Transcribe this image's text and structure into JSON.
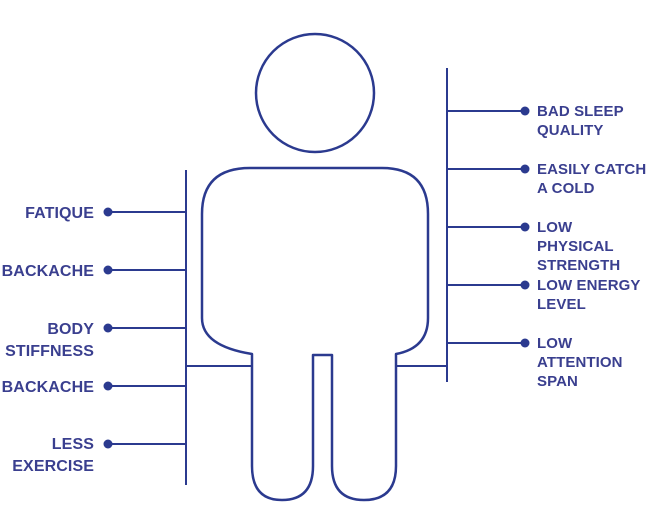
{
  "left_labels": [
    {
      "text": "FATIQUE"
    },
    {
      "text": "BACKACHE"
    },
    {
      "text": "BODY\nSTIFFNESS"
    },
    {
      "text": "BACKACHE"
    },
    {
      "text": "LESS\nEXERCISE"
    }
  ],
  "right_labels": [
    {
      "text": "BAD SLEEP\nQUALITY"
    },
    {
      "text": "EASILY CATCH\nA COLD"
    },
    {
      "text": "LOW PHYSICAL\nSTRENGTH"
    },
    {
      "text": "LOW ENERGY\nLEVEL"
    },
    {
      "text": "LOW ATTENTION\nSPAN"
    }
  ],
  "colors": {
    "outline": "#2b3a8f",
    "text": "#3a3f8f",
    "marker": "#2b3a8f"
  }
}
